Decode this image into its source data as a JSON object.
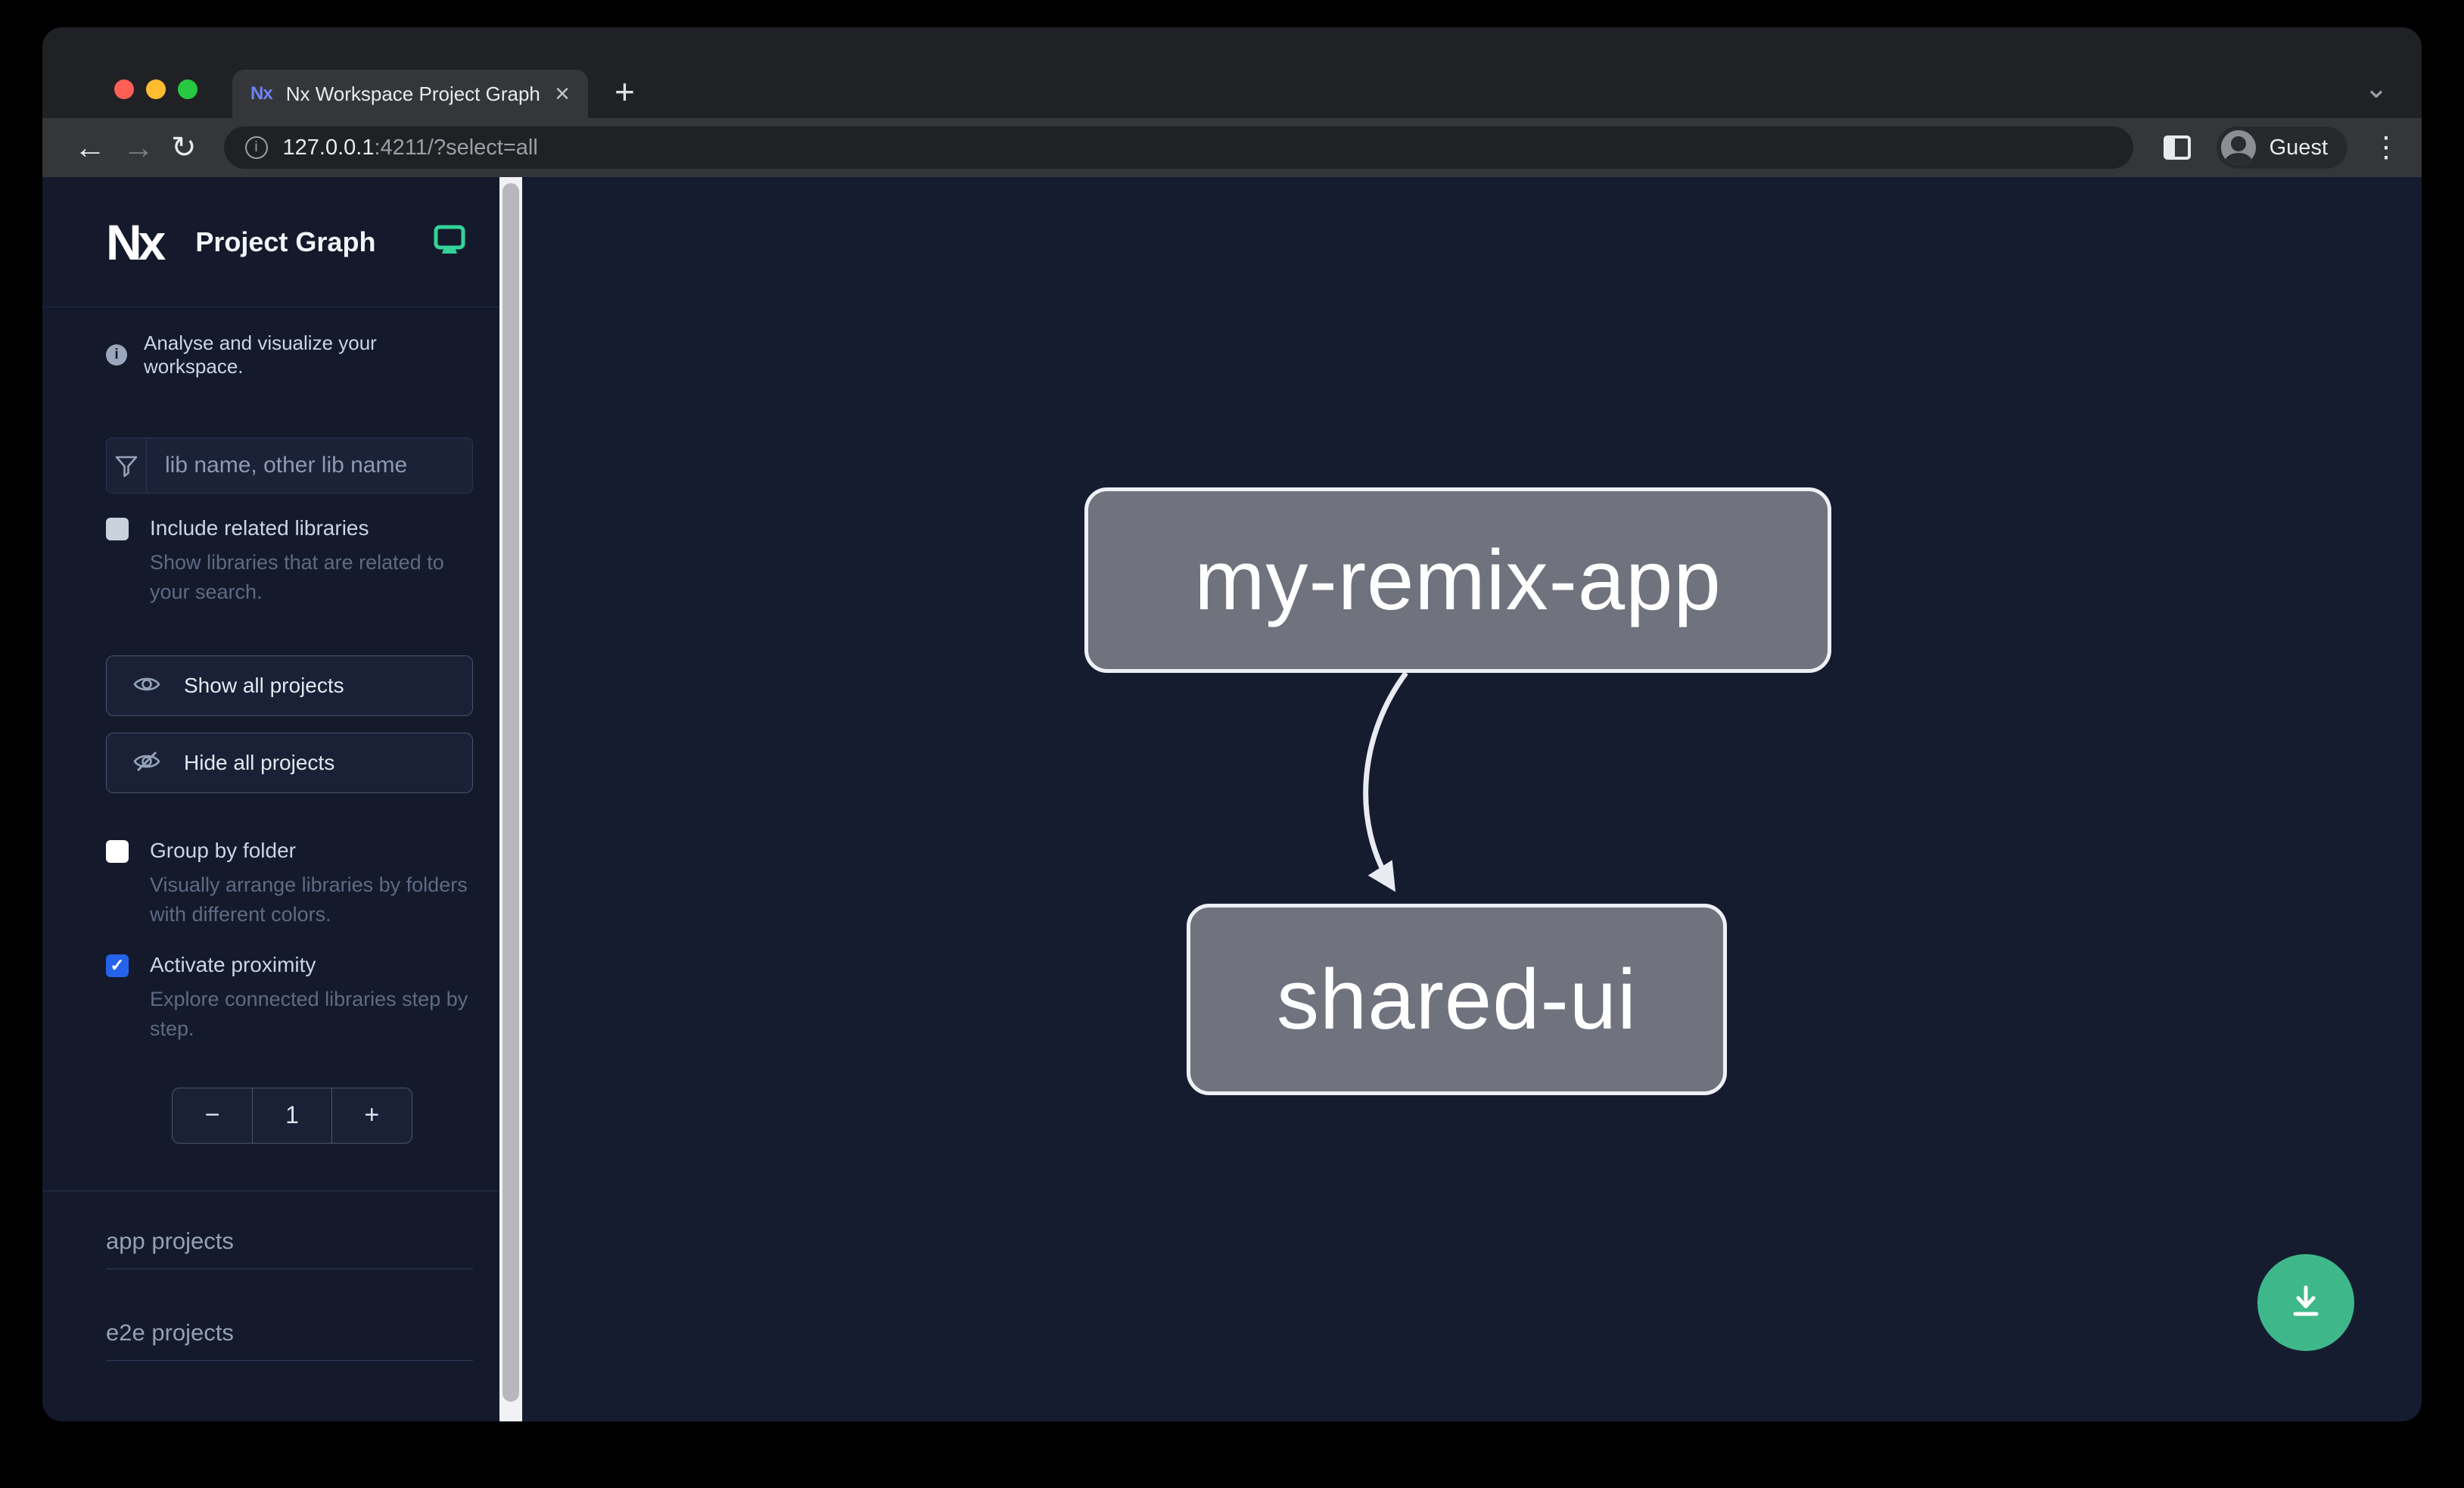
{
  "browser": {
    "tab": {
      "title": "Nx Workspace Project Graph",
      "favicon": "Nx"
    },
    "url": {
      "host": "127.0.0.1",
      "rest": ":4211/?select=all"
    },
    "profile_label": "Guest"
  },
  "sidebar": {
    "logo": "Nx",
    "title": "Project Graph",
    "tagline": "Analyse and visualize your workspace.",
    "search_placeholder": "lib name, other lib name",
    "checkboxes": [
      {
        "label": "Include related libraries",
        "description": "Show libraries that are related to your search.",
        "checked": false
      },
      {
        "label": "Group by folder",
        "description": "Visually arrange libraries by folders with different colors.",
        "checked": false
      },
      {
        "label": "Activate proximity",
        "description": "Explore connected libraries step by step.",
        "checked": true
      }
    ],
    "buttons": [
      {
        "label": "Show all projects"
      },
      {
        "label": "Hide all projects"
      }
    ],
    "stepper": {
      "decrement": "−",
      "value": "1",
      "increment": "+"
    },
    "sections": [
      {
        "label": "app projects"
      },
      {
        "label": "e2e projects"
      }
    ]
  },
  "graph": {
    "nodes": [
      {
        "id": "my-remix-app"
      },
      {
        "id": "shared-ui"
      }
    ],
    "edges": [
      {
        "from": "my-remix-app",
        "to": "shared-ui"
      }
    ]
  },
  "icons": {
    "close": "×",
    "plus": "+",
    "chevron_down": "⌄",
    "back": "←",
    "forward": "→",
    "reload": "↻",
    "info": "i",
    "check": "✓",
    "kebab": "⋮"
  },
  "colors": {
    "sidebar_bg": "#141a2c",
    "canvas_bg": "#161c30",
    "node_fill": "#70737e",
    "edge_color": "#e8ebf2",
    "checkbox_blue": "#2563eb",
    "nx_green": "#34d399",
    "fab_green": "#3eb88b"
  }
}
